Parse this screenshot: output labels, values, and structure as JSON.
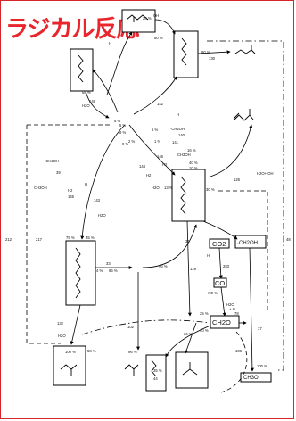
{
  "title": "ラジカル反応",
  "labels": {
    "pct_20": "20 %",
    "pct_50": "50 %",
    "pct_90": "90 %",
    "pct_130": "130",
    "pct_58": "58 %",
    "pct_148": "148",
    "pct_142": "142",
    "pct_5a": "5 %",
    "pct_8a": "8 %",
    "pct_5b": "5 %",
    "pct_2a": "2 %",
    "pct_1a": "1 %",
    "pct_144": "144",
    "pct_146": "146",
    "pct_141": "141",
    "pct_140": "140",
    "pct_13": "13 %",
    "pct_16": "16 %",
    "pct_40": "40 %",
    "pct_10": "10 %",
    "pct_39": "39",
    "pct_145": "145",
    "pct_143": "143",
    "pct_30": "30 %",
    "pct_75a": "75 %",
    "pct_35": "35 %",
    "pct_4": "4 %",
    "pct_33": "33",
    "pct_66": "66 %",
    "pct_31": "31",
    "pct_46": "46 %",
    "pct_100a": "100 %",
    "pct_132": "132",
    "pct_102": "102",
    "pct_96": "96 %",
    "pct_35b": "35 %",
    "pct_44": "44",
    "pct_283": "283",
    "pct_99": "<99 %",
    "pct_78": "78",
    "pct_37": "37",
    "pct_108": "108",
    "pct_100b": "100 %",
    "pct_126": "126",
    "pct_129": "129",
    "pct_212": "212",
    "pct_217": "217",
    "pct_48": "48",
    "pct_58b": "58 %",
    "pct_25": "25 %",
    "pct_10b": "10 %",
    "pct_36": "36 %",
    "pct_5c": "5 %",
    "pct_9": "9 %"
  },
  "species": {
    "h2o_1": "H2O",
    "ch2oh_1": "·CH2OH",
    "ch3oh_1": "CH3OH",
    "h2_1": "H2",
    "ch2oh_2": "·CH2OH",
    "ch3oh_2": "CH3OH",
    "h2_2": "H2",
    "h2o_2": "H2O",
    "h2_3": "H2",
    "h2o_3": "H2O",
    "h2o_oh": "H2O+ OH",
    "h2o_4": "H2O",
    "co2": "CO2",
    "co": "CO",
    "ch2oh_3": "·CH2OH",
    "ch2o": "CH2O",
    "h2o_h": "H2O",
    "plus_h": "+ H",
    "ch3o": "CH3O·",
    "oh_1": "OH",
    "h_1": "H",
    "h_2": "H",
    "h_3": "H",
    "h_4": "H"
  }
}
